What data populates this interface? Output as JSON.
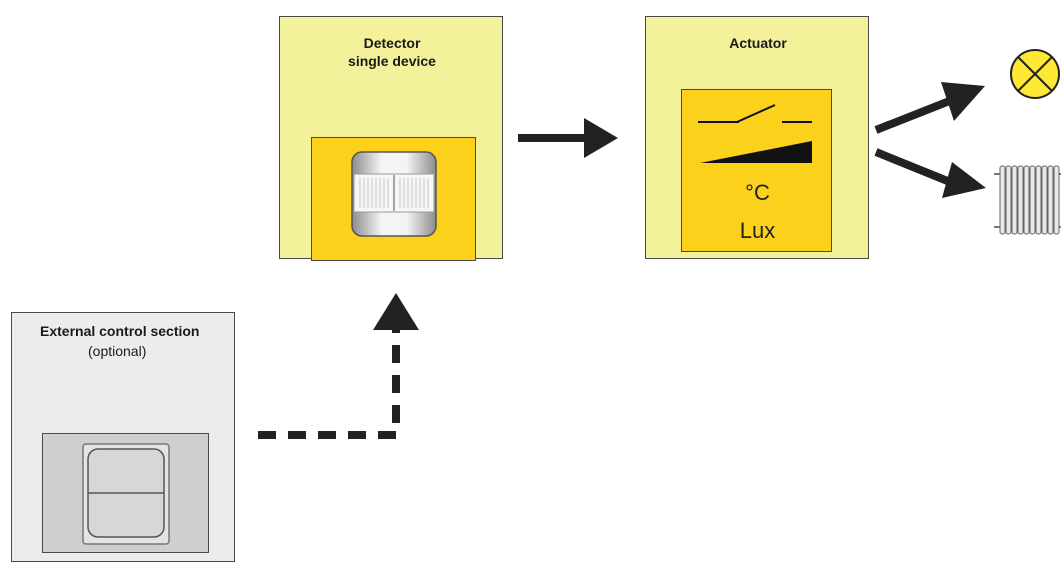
{
  "detector": {
    "title_line1": "Detector",
    "title_line2": "single device"
  },
  "actuator": {
    "title": "Actuator",
    "unit_temperature": "°C",
    "unit_light": "Lux"
  },
  "external": {
    "title": "External control section",
    "subtitle": "(optional)"
  },
  "icons": {
    "detector": "motion-detector-icon",
    "switch": "switch-contact-icon",
    "dimmer": "dimmer-ramp-icon",
    "lamp": "lamp-icon",
    "radiator": "radiator-icon",
    "pushbutton": "push-button-icon"
  },
  "colors": {
    "outer_box": "#f3f29a",
    "inner_box": "#fcd11c",
    "external_box": "#ececec",
    "lamp": "#ffe833",
    "arrow": "#222222"
  }
}
